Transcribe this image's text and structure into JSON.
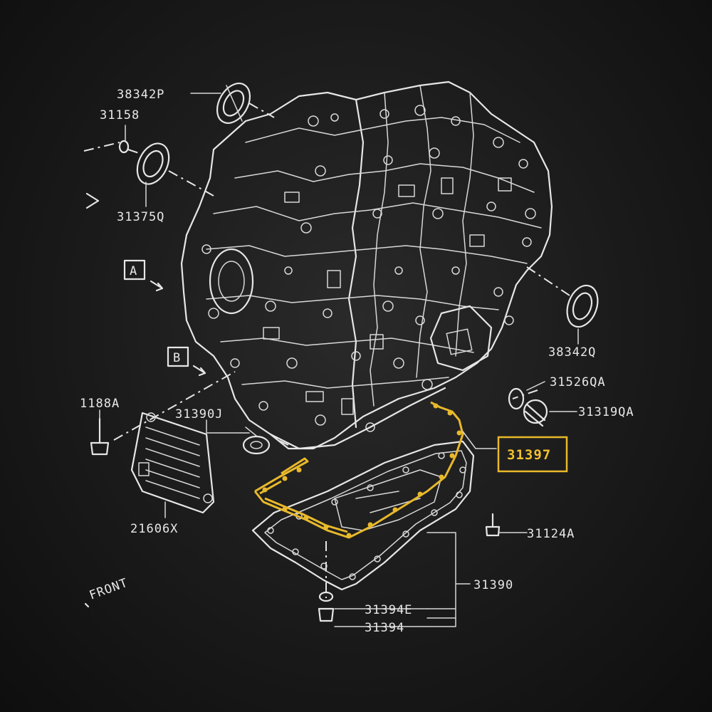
{
  "accent_color": "#e9b92b",
  "line_color": "#e6e6e6",
  "background_color": "#161616",
  "highlighted_part": "31397",
  "parts": {
    "p38342P": "38342P",
    "p31158": "31158",
    "p31375Q": "31375Q",
    "p38342Q": "38342Q",
    "p31526QA": "31526QA",
    "p31319QA": "31319QA",
    "p31397": "31397",
    "p31124A": "31124A",
    "p31390": "31390",
    "p31394E": "31394E",
    "p31394": "31394",
    "p21606X": "21606X",
    "p31390J": "31390J",
    "p1188A": "1188A"
  },
  "view_labels": {
    "a": "A",
    "b": "B",
    "front": "FRONT"
  }
}
